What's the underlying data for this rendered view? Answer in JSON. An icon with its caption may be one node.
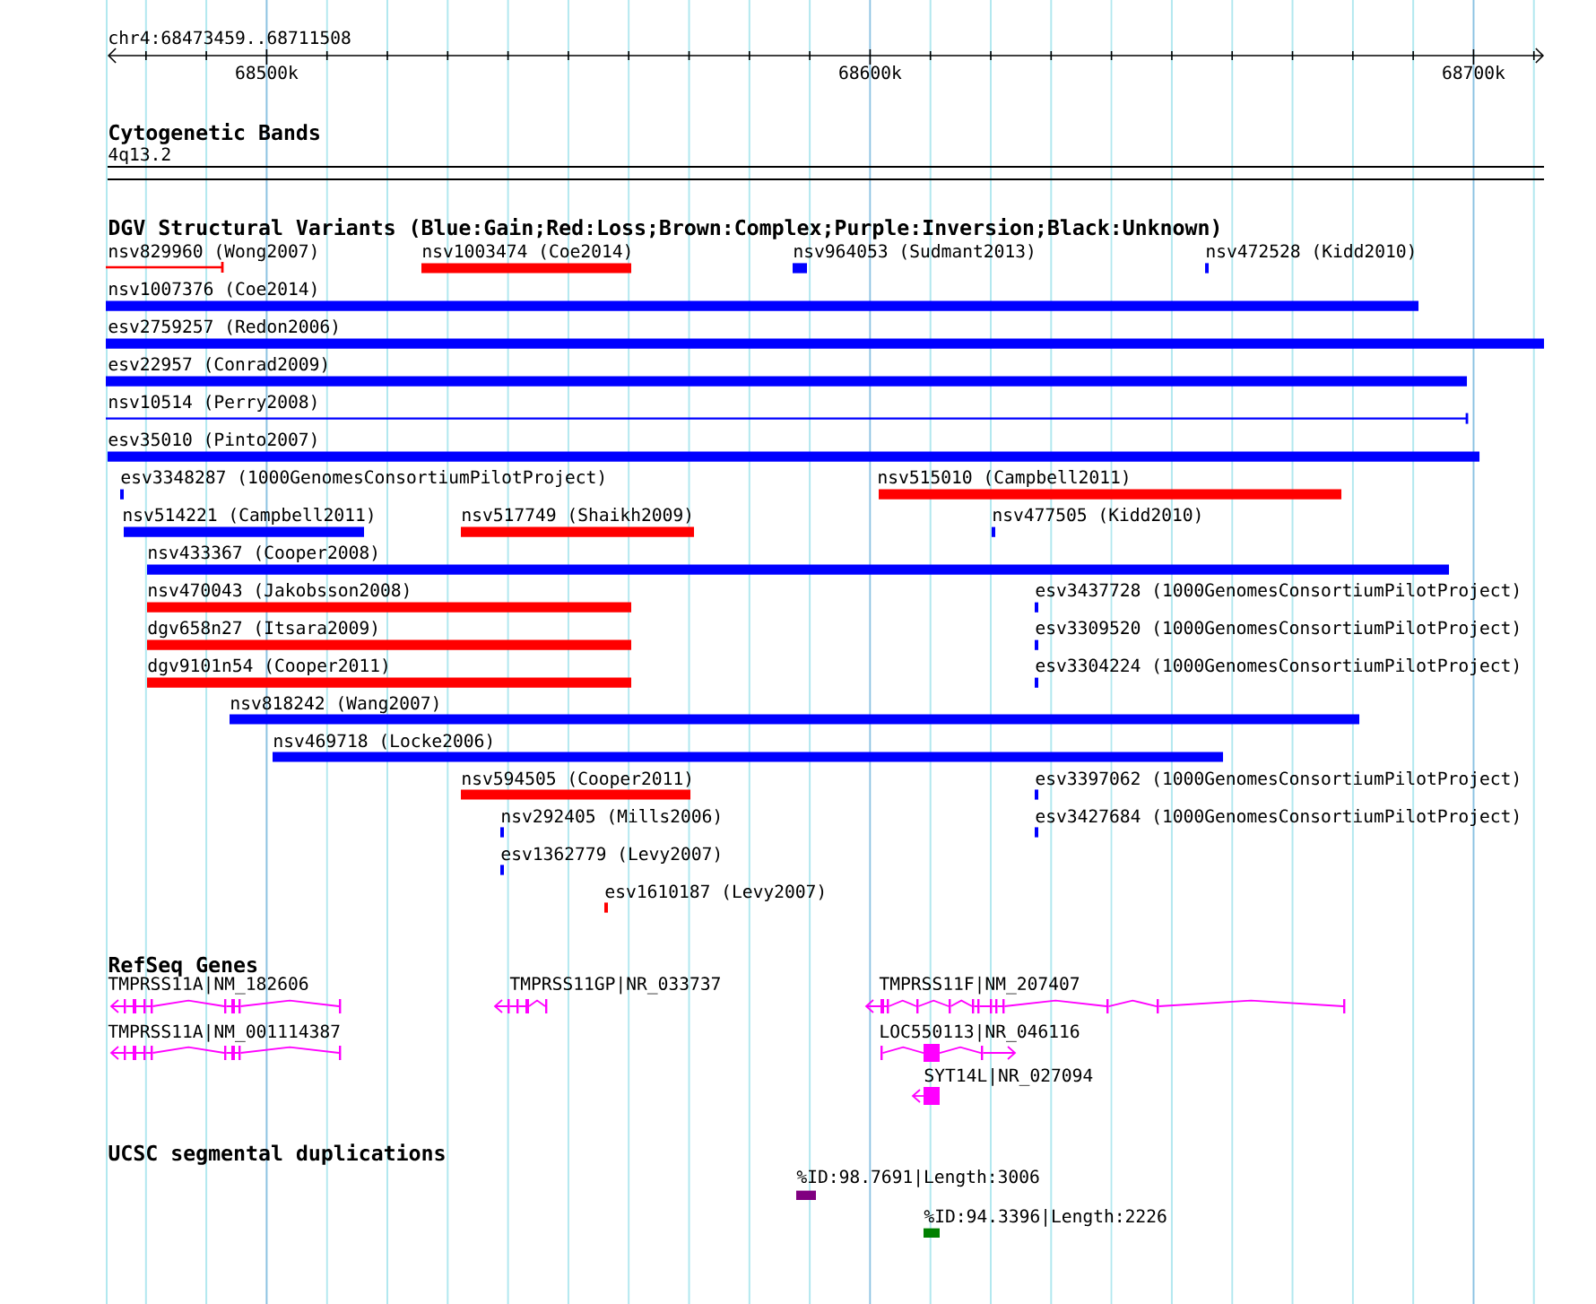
{
  "diagram": {
    "nodes": [
      {
        "text": [
          "4q13.2"
        ]
      },
      {
        "text": [
          "nsv829960 (Wong2007)"
        ]
      },
      {
        "text": [
          "nsv1003474 (Coe2014)"
        ]
      },
      {
        "text": [
          "nsv964053 (Sudmant2013)"
        ]
      },
      {
        "text": [
          "nsv472528 (Kidd2010)"
        ]
      },
      {
        "text": [
          "nsv1007376 (Coe2014)"
        ]
      },
      {
        "text": [
          "esv2759257 (Redon2006)"
        ]
      },
      {
        "text": [
          "esv22957 (Conrad2009)"
        ]
      },
      {
        "text": [
          "nsv10514 (Perry2008)"
        ]
      },
      {
        "text": [
          "esv35010 (Pinto2007)"
        ]
      },
      {
        "text": [
          "esv3348287 (1000GenomesConsortiumPilotProject)"
        ]
      },
      {
        "text": [
          "nsv515010 (Campbell2011)"
        ]
      },
      {
        "text": [
          "nsv514221 (Campbell2011)"
        ]
      },
      {
        "text": [
          "nsv517749 (Shaikh2009)"
        ]
      },
      {
        "text": [
          "nsv477505 (Kidd2010)"
        ]
      },
      {
        "text": [
          "nsv433367 (Cooper2008)"
        ]
      },
      {
        "text": [
          "nsv470043 (Jakobsson2008)"
        ]
      },
      {
        "text": [
          "esv3437728 (1000GenomesConsortiumPilotProject)"
        ]
      },
      {
        "text": [
          "dgv658n27 (Itsara2009)"
        ]
      },
      {
        "text": [
          "esv3309520 (1000GenomesConsortiumPilotProject)"
        ]
      },
      {
        "text": [
          "dgv9101n54 (Cooper2011)"
        ]
      },
      {
        "text": [
          "esv3304224 (1000GenomesConsortiumPilotProject)"
        ]
      },
      {
        "text": [
          "nsv818242 (Wang2007)"
        ]
      },
      {
        "text": [
          "nsv469718 (Locke2006)"
        ]
      },
      {
        "text": [
          "nsv594505 (Cooper2011)"
        ]
      },
      {
        "text": [
          "esv3397062 (1000GenomesConsortiumPilotProject)"
        ]
      },
      {
        "text": [
          "nsv292405 (Mills2006)"
        ]
      },
      {
        "text": [
          "esv3427684 (1000GenomesConsortiumPilotProject)"
        ]
      },
      {
        "text": [
          "esv1362779 (Levy2007)"
        ]
      },
      {
        "text": [
          "esv1610187 (Levy2007)"
        ]
      },
      {
        "text": [
          "TMPRSS11A|NM_182606"
        ]
      },
      {
        "text": [
          "TMPRSS11GP|NR_033737"
        ]
      },
      {
        "text": [
          "TMPRSS11F|NM_207407"
        ]
      },
      {
        "text": [
          "TMPRSS11A|NM_001114387"
        ]
      },
      {
        "text": [
          "LOC550113|NR_046116"
        ]
      },
      {
        "text": [
          "SYT14L|NR_027094"
        ]
      },
      {
        "text": [
          "%ID:98.7691|Length:3006"
        ]
      },
      {
        "text": [
          "%ID:94.3396|Length:2226"
        ]
      }
    ],
    "labels": [
      "chr4:68473459..68711508",
      "68500k",
      "68600k",
      "68700k",
      "Cytogenetic Bands",
      "DGV Structural Variants (Blue:Gain;Red:Loss;Brown:Complex;Purple:Inversion;Black:Unknown)",
      "RefSeq Genes",
      "UCSC segmental duplications"
    ]
  }
}
